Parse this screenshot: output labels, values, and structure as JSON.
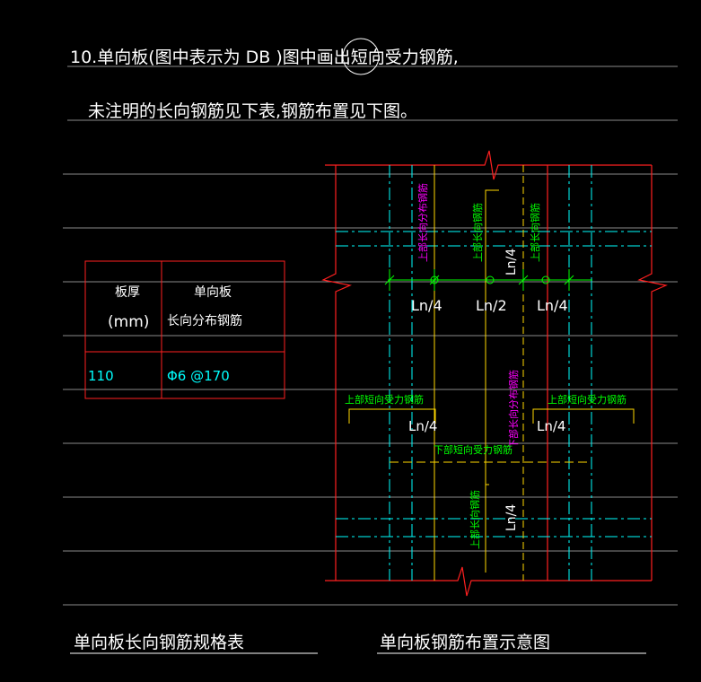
{
  "notes": {
    "line1": "10.单向板(图中表示为 DB )图中画出短向受力钢筋,",
    "line2": "未注明的长向钢筋见下表,钢筋布置见下图。"
  },
  "table": {
    "header_col1": "板厚",
    "header_col1_unit": "(mm)",
    "header_col2_line1": "单向板",
    "header_col2_line2": "长向分布钢筋",
    "row_thickness": "110",
    "row_rebar": "Φ6 @170"
  },
  "labels": {
    "ln4_left": "Ln/4",
    "ln2": "Ln/2",
    "ln4_right": "Ln/4",
    "ln4_vertical_top": "Ln/4",
    "ln4_mid_left": "Ln/4",
    "ln4_mid_right": "Ln/4",
    "ln4_vertical_bottom": "Ln/4",
    "top_long_dist_magenta": "上部长向分布钢筋",
    "top_long_green_1": "上部长向钢筋",
    "top_long_green_2": "上部长向钢筋",
    "top_short_left": "上部短向受力钢筋",
    "top_short_right": "上部短向受力钢筋",
    "bottom_long_dist": "下部长向分布钢筋",
    "bottom_short": "下部短向受力钢筋",
    "top_long_bottom": "上部长向钢筋"
  },
  "captions": {
    "left": "单向板长向钢筋规格表",
    "right": "单向板钢筋布置示意图"
  },
  "colors": {
    "background": "#000000",
    "text_white": "#ffffff",
    "red": "#ff2020",
    "cyan": "#00ffff",
    "yellow": "#ffd700",
    "green": "#00ff00",
    "magenta": "#ff00ff",
    "grid_gray": "#8a8a8a"
  }
}
